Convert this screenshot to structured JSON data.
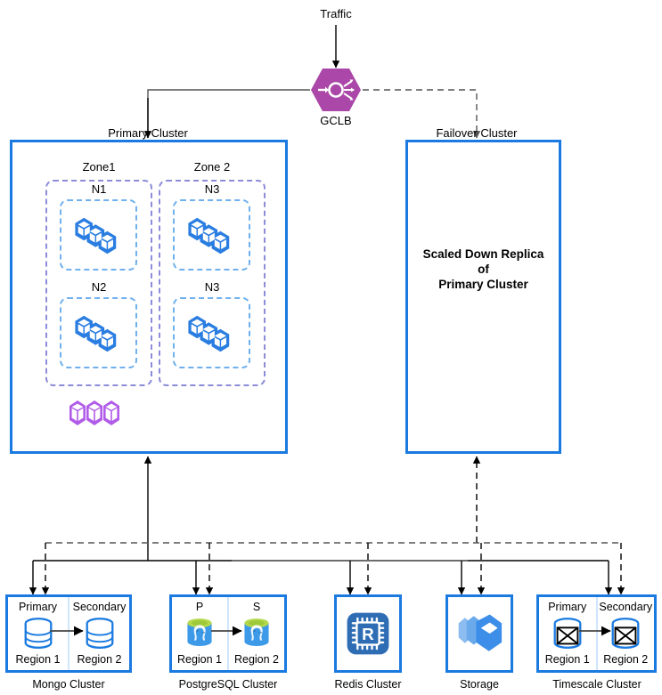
{
  "diagram": {
    "title": "Multi-region Kubernetes HA architecture",
    "colors": {
      "cluster_border": "#1a7ae0",
      "zone_border": "#8c8cd9",
      "node_border": "#6fb0ee",
      "gclb_fill": "#a councilb",
      "gclb": "#ab47a8",
      "node_icon": "#2a7de1",
      "pod_icon": "#b05ce8",
      "solid_line": "#000000",
      "dashed_line": "#666666"
    },
    "entry": {
      "traffic_label": "Traffic",
      "gclb_label": "GCLB",
      "gclb_icon": "load-balancer-icon"
    },
    "primary_cluster": {
      "label": "Primary Cluster",
      "zones": [
        {
          "label": "Zone1",
          "nodes": [
            {
              "label": "N1",
              "icon": "kubernetes-node-icon"
            },
            {
              "label": "N2",
              "icon": "kubernetes-node-icon"
            }
          ]
        },
        {
          "label": "Zone 2",
          "nodes": [
            {
              "label": "N3",
              "icon": "kubernetes-node-icon"
            },
            {
              "label": "N3",
              "icon": "kubernetes-node-icon"
            }
          ]
        }
      ],
      "pods_icon": "pods-icon"
    },
    "failover_cluster": {
      "label": "Failover Cluster",
      "body_line1": "Scaled Down Replica",
      "body_line2": "of",
      "body_line3": "Primary Cluster"
    },
    "data_tier": [
      {
        "caption": "Mongo Cluster",
        "type": "paired",
        "icon": "mongodb-icon",
        "left": {
          "role": "Primary",
          "region": "Region 1"
        },
        "right": {
          "role": "Secondary",
          "region": "Region 2"
        }
      },
      {
        "caption": "PostgreSQL Cluster",
        "type": "paired",
        "icon": "postgresql-icon",
        "left": {
          "role": "P",
          "region": "Region 1"
        },
        "right": {
          "role": "S",
          "region": "Region 2"
        }
      },
      {
        "caption": "Redis Cluster",
        "type": "single",
        "icon": "redis-icon"
      },
      {
        "caption": "Storage",
        "type": "single",
        "icon": "storage-icon"
      },
      {
        "caption": "Timescale Cluster",
        "type": "paired",
        "icon": "timescale-icon",
        "left": {
          "role": "Primary",
          "region": "Region 1"
        },
        "right": {
          "role": "Secondary",
          "region": "Region 2"
        }
      }
    ]
  }
}
